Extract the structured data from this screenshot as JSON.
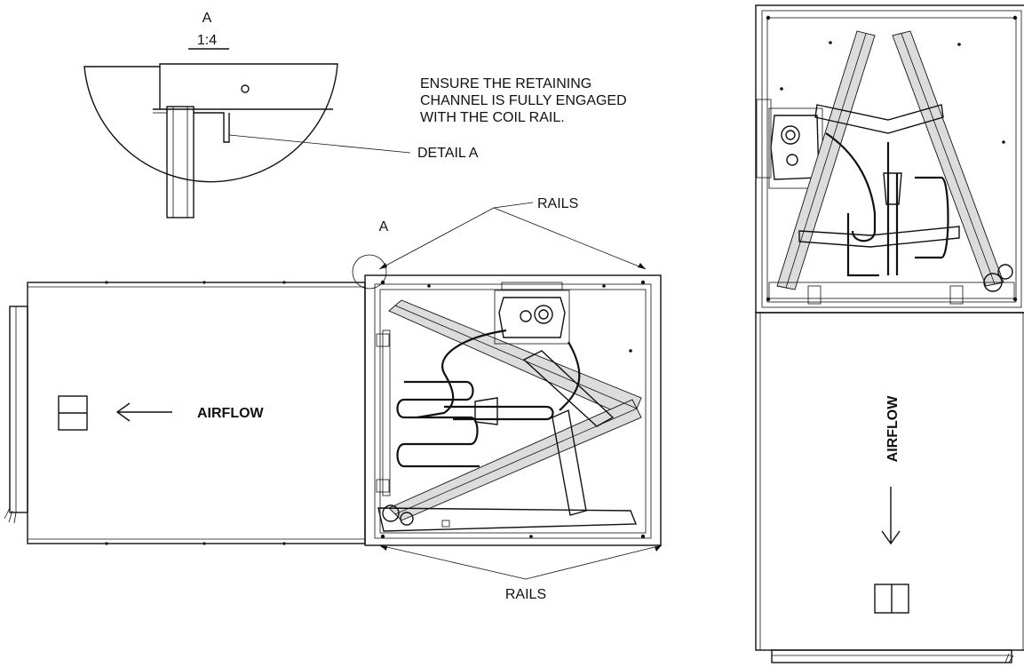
{
  "detail": {
    "letter": "A",
    "scale": "1:4",
    "note_line1": "ENSURE THE RETAINING",
    "note_line2": "CHANNEL IS FULLY ENGAGED",
    "note_line3": "WITH THE COIL RAIL.",
    "callout": "DETAIL A"
  },
  "horizontal_unit": {
    "rails_top": "RAILS",
    "rails_bottom": "RAILS",
    "detail_marker": "A",
    "airflow_label": "AIRFLOW"
  },
  "vertical_unit": {
    "airflow_label": "AIRFLOW"
  }
}
